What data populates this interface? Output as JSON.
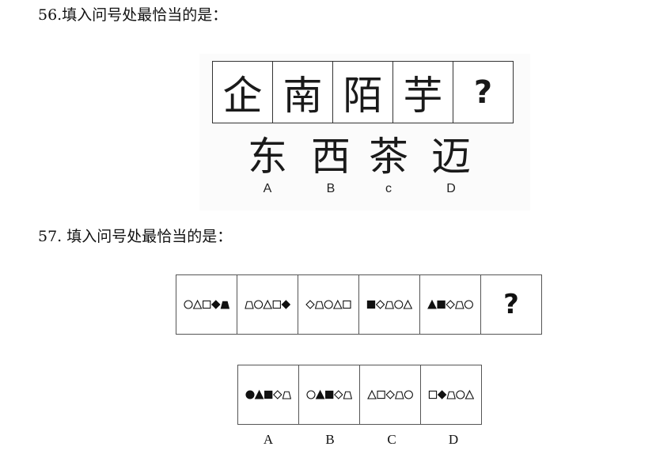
{
  "q56": {
    "title": "56.填入问号处最恰当的是：",
    "sequence": [
      "企",
      "南",
      "陌",
      "芋",
      "?"
    ],
    "options": [
      {
        "label": "A",
        "char": "东"
      },
      {
        "label": "B",
        "char": "西"
      },
      {
        "label": "c",
        "char": "茶"
      },
      {
        "label": "D",
        "char": "迈"
      }
    ]
  },
  "q57": {
    "title": "57. 填入问号处最恰当的是：",
    "question_mark": "?",
    "sequence": [
      [
        "circle-outline",
        "triangle-outline",
        "square-outline",
        "diamond-filled",
        "trapezoid-filled"
      ],
      [
        "trapezoid-outline",
        "circle-outline",
        "triangle-outline",
        "square-outline",
        "diamond-filled"
      ],
      [
        "diamond-outline",
        "trapezoid-outline",
        "circle-outline",
        "triangle-outline",
        "square-outline"
      ],
      [
        "square-filled",
        "diamond-outline",
        "trapezoid-outline",
        "circle-outline",
        "triangle-outline"
      ],
      [
        "triangle-filled",
        "square-filled",
        "diamond-outline",
        "trapezoid-outline",
        "circle-outline"
      ]
    ],
    "options": [
      {
        "label": "A",
        "shapes": [
          "circle-filled",
          "triangle-filled",
          "square-filled",
          "diamond-outline",
          "trapezoid-outline"
        ]
      },
      {
        "label": "B",
        "shapes": [
          "circle-outline",
          "triangle-filled",
          "square-filled",
          "diamond-outline",
          "trapezoid-outline"
        ]
      },
      {
        "label": "C",
        "shapes": [
          "triangle-outline",
          "square-outline",
          "diamond-outline",
          "trapezoid-outline",
          "circle-outline"
        ]
      },
      {
        "label": "D",
        "shapes": [
          "square-outline",
          "diamond-filled",
          "trapezoid-outline",
          "circle-outline",
          "triangle-outline"
        ]
      }
    ]
  }
}
